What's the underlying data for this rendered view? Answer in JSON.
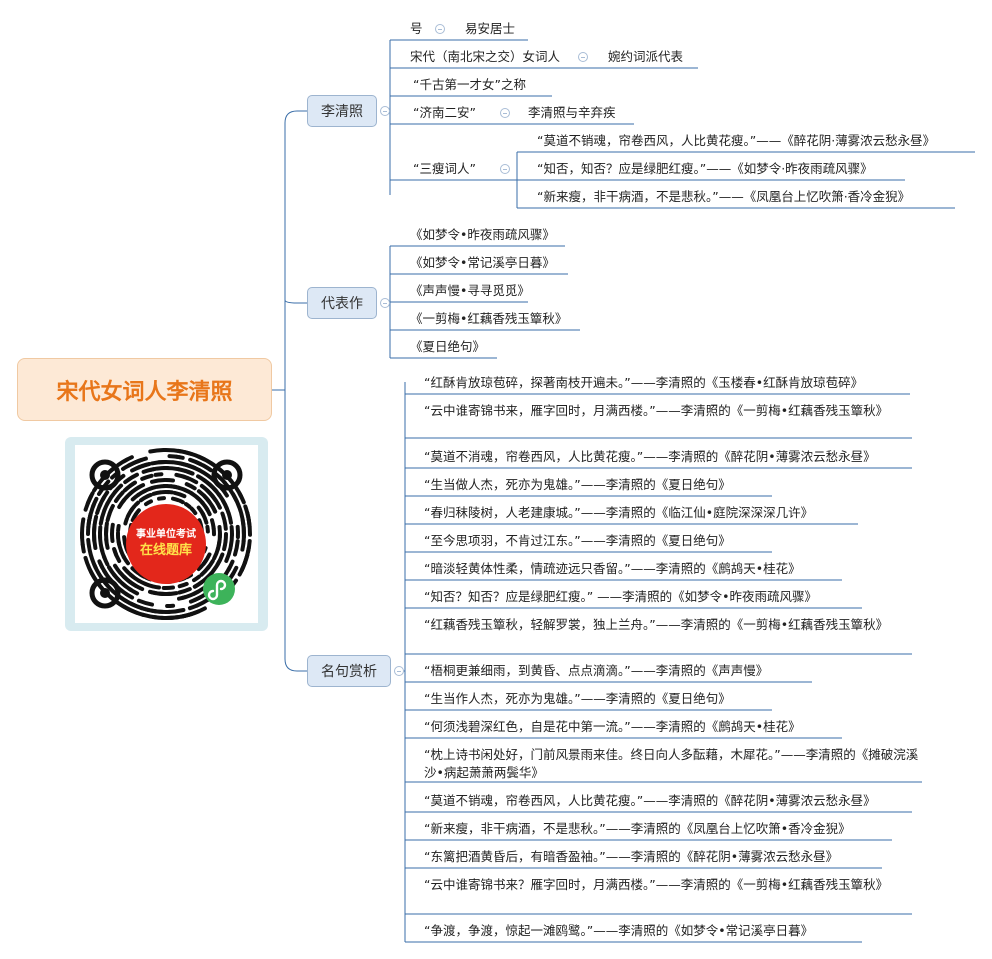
{
  "central_topic": "宋代女词人李清照",
  "qr_card": {
    "line1": "事业单位考试",
    "line2": "在线题库"
  },
  "branches": {
    "li_qingzhao": {
      "label": "李清照",
      "hao": {
        "label": "号",
        "value": "易安居士"
      },
      "songdai": {
        "label": "宋代（南北宋之交）女词人",
        "value": "婉约词派代表"
      },
      "qiangu": {
        "label": "“千古第一才女”之称"
      },
      "jinan": {
        "label": "“济南二安”",
        "value": "李清照与辛弃疾"
      },
      "sanshou": {
        "label": "“三瘦词人”",
        "items": [
          "“莫道不销魂，帘卷西风，人比黄花瘦。”——《醉花阴·薄雾浓云愁永昼》",
          "“知否，知否？应是绿肥红瘦。”——《如梦令·昨夜雨疏风骤》",
          "“新来瘦，非干病酒，不是悲秋。”——《凤凰台上忆吹箫·香冷金猊》"
        ]
      }
    },
    "works": {
      "label": "代表作",
      "items": [
        "《如梦令•昨夜雨疏风骤》",
        "《如梦令•常记溪亭日暮》",
        "《声声慢•寻寻觅觅》",
        "《一剪梅•红藕香残玉簟秋》",
        "《夏日绝句》"
      ]
    },
    "quotes": {
      "label": "名句赏析",
      "items": [
        "“红酥肯放琼苞碎，探著南枝开遍未。”——李清照的《玉楼春•红酥肯放琼苞碎》",
        "“云中谁寄锦书来，雁字回时，月满西楼。”——李清照的《一剪梅•红藕香残玉簟秋》",
        "“莫道不消魂，帘卷西风，人比黄花瘦。”——李清照的《醉花阴•薄雾浓云愁永昼》",
        "“生当做人杰，死亦为鬼雄。”——李清照的《夏日绝句》",
        "“春归秣陵树，人老建康城。”——李清照的《临江仙•庭院深深深几许》",
        "“至今思项羽，不肯过江东。”——李清照的《夏日绝句》",
        "“暗淡轻黄体性柔，情疏迹远只香留。”——李清照的《鹧鸪天•桂花》",
        "“知否？知否？应是绿肥红瘦。” ——李清照的《如梦令•昨夜雨疏风骤》",
        "“红藕香残玉簟秋，轻解罗裳，独上兰舟。”——李清照的《一剪梅•红藕香残玉簟秋》",
        "“梧桐更兼细雨，到黄昏、点点滴滴。”——李清照的《声声慢》",
        "“生当作人杰，死亦为鬼雄。”——李清照的《夏日绝句》",
        "“何须浅碧深红色，自是花中第一流。”——李清照的《鹧鸪天•桂花》",
        "“枕上诗书闲处好，门前风景雨来佳。终日向人多酝藉，木犀花。”——李清照的《摊破浣溪沙•病起萧萧两鬓华》",
        "“莫道不销魂，帘卷西风，人比黄花瘦。”——李清照的《醉花阴•薄雾浓云愁永昼》",
        "“新来瘦，非干病酒，不是悲秋。”——李清照的《凤凰台上忆吹箫•香冷金猊》",
        "“东篱把酒黄昏后，有暗香盈袖。”——李清照的《醉花阴•薄雾浓云愁永昼》",
        "“云中谁寄锦书来？雁字回时，月满西楼。”——李清照的《一剪梅•红藕香残玉簟秋》",
        "“争渡，争渡，惊起一滩鸥鹭。”——李清照的《如梦令•常记溪亭日暮》"
      ]
    }
  },
  "colors": {
    "line": "#3a6ea8",
    "central_fill": "#fde9d6",
    "central_text": "#e8761a",
    "main_fill": "#dde8f5",
    "qr_badge": "#e3271b"
  }
}
